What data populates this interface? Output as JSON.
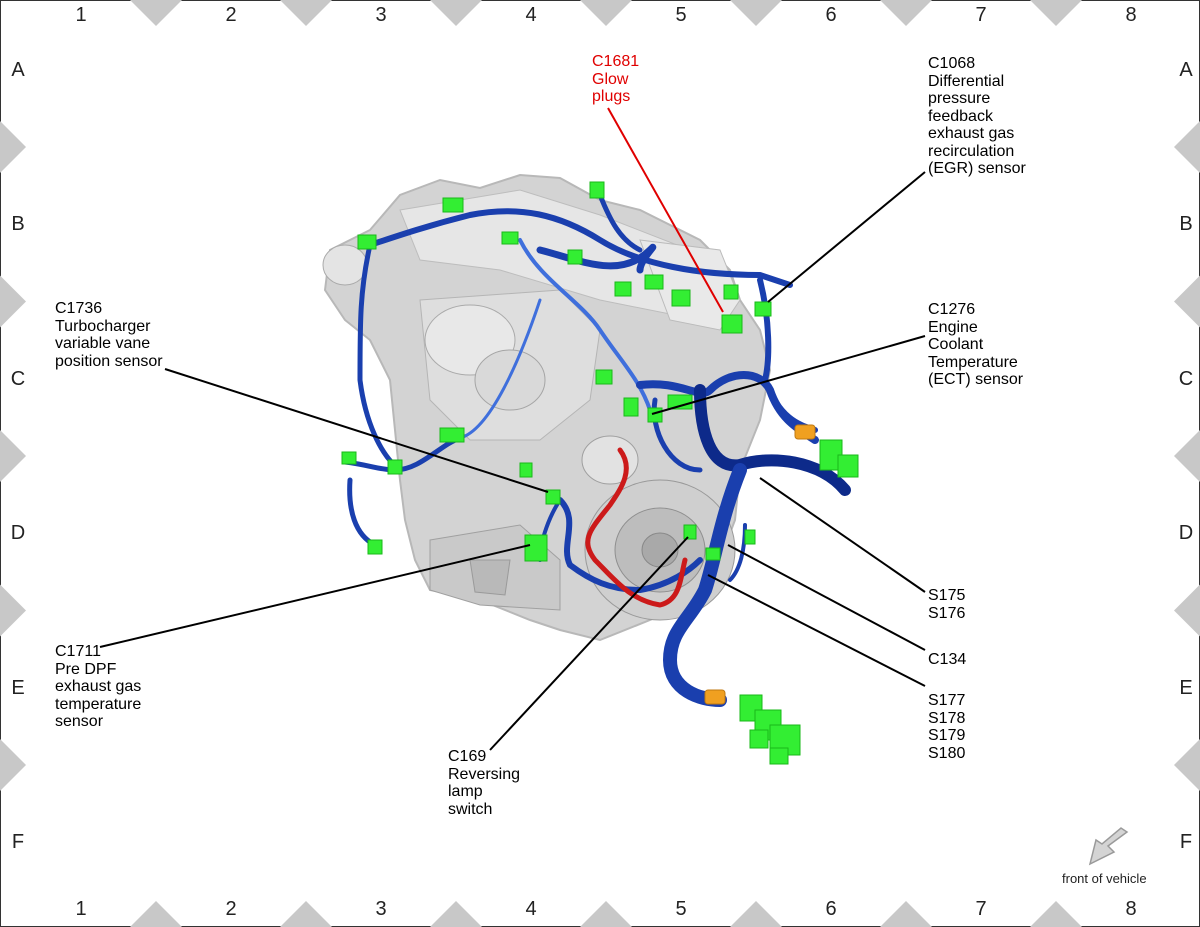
{
  "grid": {
    "columns": [
      "1",
      "2",
      "3",
      "4",
      "5",
      "6",
      "7",
      "8"
    ],
    "rows": [
      "A",
      "B",
      "C",
      "D",
      "E",
      "F"
    ]
  },
  "callouts": [
    {
      "id": "c1681",
      "lines": [
        "C1681",
        "Glow",
        "plugs"
      ],
      "color": "#e00000"
    },
    {
      "id": "c1068",
      "lines": [
        "C1068",
        "Differential",
        "pressure",
        "feedback",
        "exhaust gas",
        "recirculation",
        "(EGR) sensor"
      ],
      "color": "#000000"
    },
    {
      "id": "c1736",
      "lines": [
        "C1736",
        "Turbocharger",
        "variable vane",
        "position sensor"
      ],
      "color": "#000000"
    },
    {
      "id": "c1276",
      "lines": [
        "C1276",
        "Engine",
        "Coolant",
        "Temperature",
        "(ECT) sensor"
      ],
      "color": "#000000"
    },
    {
      "id": "s175",
      "lines": [
        "S175",
        "S176"
      ],
      "color": "#000000"
    },
    {
      "id": "c134",
      "lines": [
        "C134"
      ],
      "color": "#000000"
    },
    {
      "id": "c1711",
      "lines": [
        "C1711",
        "Pre DPF",
        "exhaust gas",
        "temperature",
        "sensor"
      ],
      "color": "#000000"
    },
    {
      "id": "s177",
      "lines": [
        "S177",
        "S178",
        "S179",
        "S180"
      ],
      "color": "#000000"
    },
    {
      "id": "c169",
      "lines": [
        "C169",
        "Reversing",
        "lamp",
        "switch"
      ],
      "color": "#000000"
    }
  ],
  "front_label": "front of vehicle",
  "colors": {
    "harness": "#1a3fae",
    "harness_light": "#3f6fdc",
    "connector": "#33ee33",
    "red_cable": "#cc1a1a",
    "orange_fitting": "#f0a020",
    "engine": "#cfcfcf",
    "marker": "#c8c8c8",
    "glow_leader": "#e00000"
  },
  "icons": {
    "front_arrow": "arrow-down-left-icon"
  }
}
